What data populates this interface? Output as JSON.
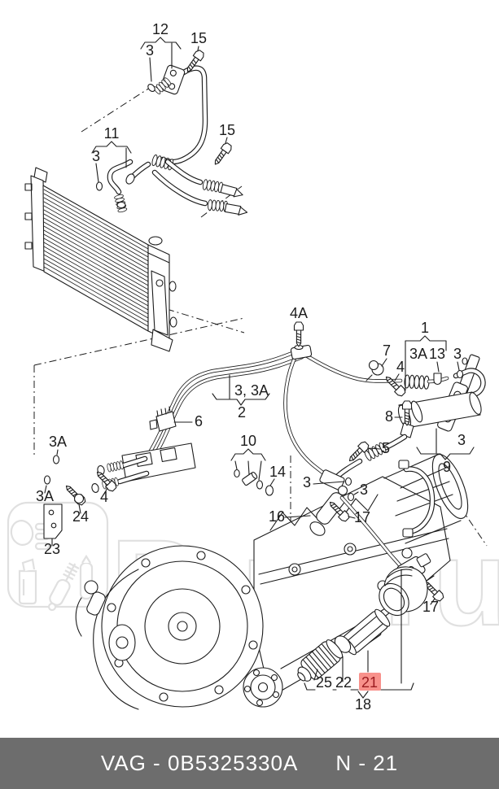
{
  "diagram": {
    "highlighted_callout": "21",
    "callouts": {
      "n12": "12",
      "n3_pipe12": "3",
      "n15_upper": "15",
      "n11": "11",
      "n3_hose11": "3",
      "n15_lower": "15",
      "n4a": "4A",
      "n1": "1",
      "n3a_group1": "3A",
      "n13": "13",
      "n3_group1": "3",
      "n7": "7",
      "n4_clamp": "4",
      "n8": "8",
      "n5": "5",
      "n3_exchanger": "3",
      "n9": "9",
      "n3_3a": "3, 3A",
      "n2": "2",
      "n6": "6",
      "n10": "10",
      "n14": "14",
      "n3a_upper": "3A",
      "n3a_lower": "3A",
      "n4_bracket": "4",
      "n24": "24",
      "n23": "23",
      "n16": "16",
      "n3_conn_a": "3",
      "n3_conn_b": "3",
      "n17_upper": "17",
      "n17_lower": "17",
      "n25": "25",
      "n22": "22",
      "n21": "21",
      "n18": "18"
    }
  },
  "watermark": {
    "text": "Ruli.ru"
  },
  "footer": {
    "part_label": "VAG - 0B5325330A",
    "page_label": "N - 21"
  },
  "colors": {
    "line": "#1c1c1c",
    "highlight_bg": "#f8918b",
    "highlight_text": "#9b1c20",
    "footer_bg": "#6d6d6d",
    "footer_text": "#ffffff",
    "watermark": "#e0e0e0",
    "background": "#ffffff"
  }
}
